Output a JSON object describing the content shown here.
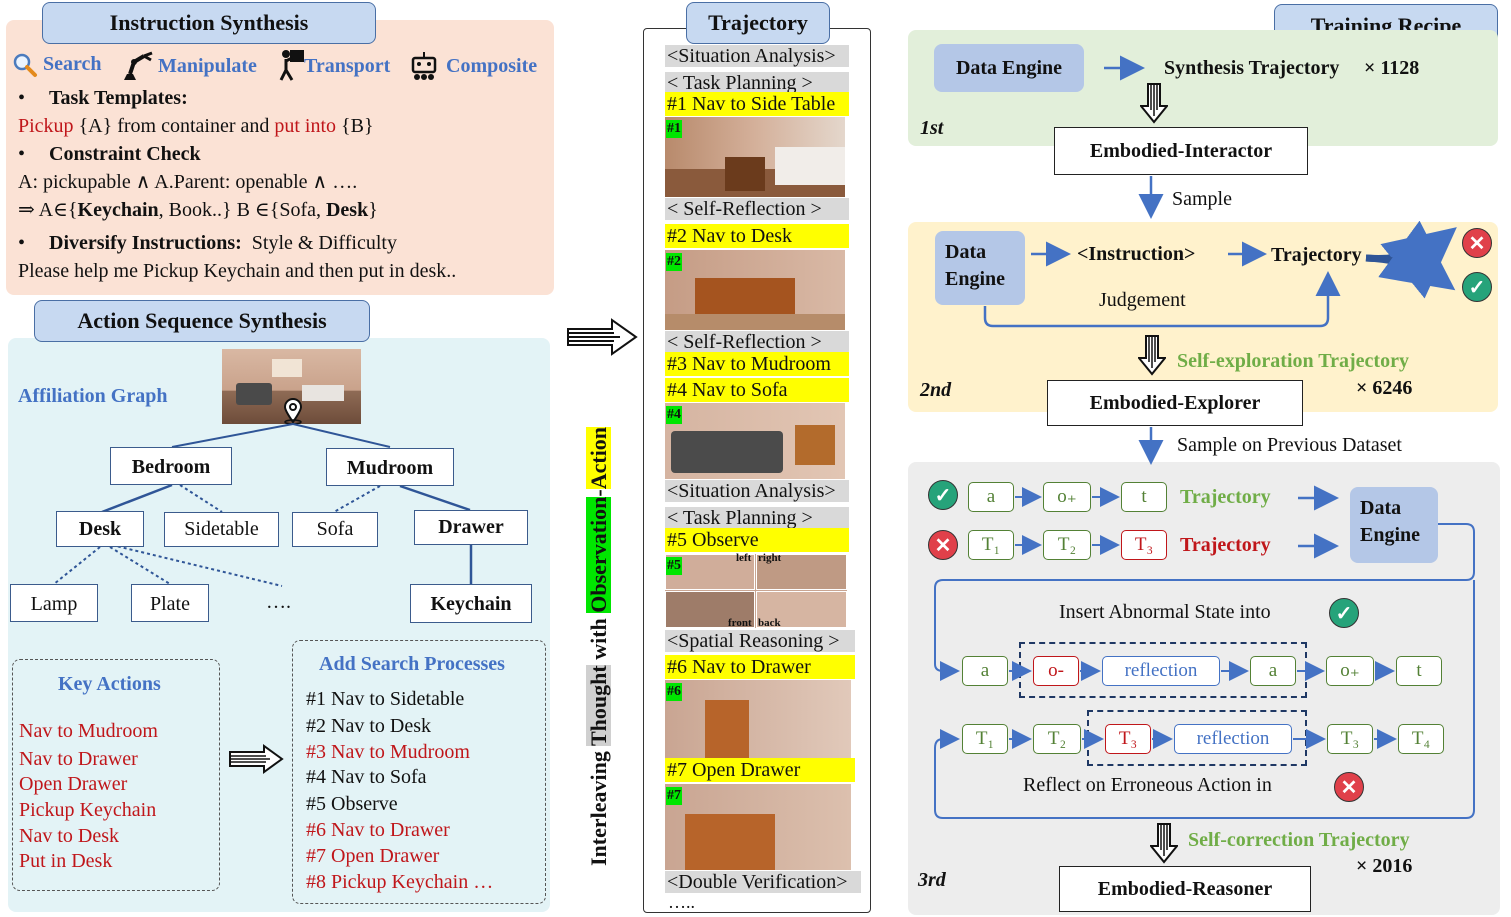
{
  "instruction_synthesis": {
    "header": "Instruction Synthesis",
    "task_types": [
      "Search",
      "Manipulate",
      "Transport",
      "Composite"
    ],
    "task_templates_label": "Task Templates:",
    "template": {
      "pickup": "Pickup",
      "a_part": " {A} from container and ",
      "put_into": "put into",
      "b_part": " {B}"
    },
    "constraint_label": "Constraint Check",
    "constraint_line1": "A: pickupable ∧ A.Parent: openable ∧ ….",
    "constraint_line2": {
      "prefix": "⇒ A∈{",
      "k1": "Keychain",
      "mid": ", Book..} B ∈{Sofa, ",
      "k2": "Desk",
      "suffix": "}"
    },
    "diversify_label": "Diversify Instructions:",
    "diversify_value": "Style & Difficulty",
    "example": "Please help me Pickup Keychain and then put in desk.."
  },
  "action_sequence": {
    "header": "Action Sequence Synthesis",
    "graph_label": "Affiliation Graph",
    "nodes": {
      "bedroom": "Bedroom",
      "mudroom": "Mudroom",
      "desk": "Desk",
      "sidetable": "Sidetable",
      "sofa": "Sofa",
      "drawer": "Drawer",
      "lamp": "Lamp",
      "plate": "Plate",
      "ellipsis": "….",
      "keychain": "Keychain"
    },
    "key_actions_title": "Key Actions",
    "key_actions": [
      "Nav to Mudroom",
      "Nav to Drawer",
      "Open Drawer",
      "Pickup Keychain",
      "Nav to Desk",
      "Put in Desk"
    ],
    "search_title": "Add Search Processes",
    "search_steps": [
      {
        "text": "#1 Nav to Sidetable",
        "color": "#111111"
      },
      {
        "text": "#2 Nav to Desk",
        "color": "#111111"
      },
      {
        "text": "#3 Nav to Mudroom",
        "color": "#c0161a"
      },
      {
        "text": "#4 Nav to Sofa",
        "color": "#111111"
      },
      {
        "text": "#5 Observe",
        "color": "#111111"
      },
      {
        "text": "#6 Nav to Drawer",
        "color": "#c0161a"
      },
      {
        "text": "#7 Open Drawer",
        "color": "#c0161a"
      },
      {
        "text": "#8 Pickup Keychain …",
        "color": "#c0161a"
      }
    ]
  },
  "vertical_label": {
    "p1": "Interleaving ",
    "p2": "Thought",
    "p3": " with ",
    "p4": "Observation",
    "p5": "-",
    "p6": "Action"
  },
  "trajectory": {
    "header": "Trajectory",
    "situation1": "<Situation Analysis>",
    "task_planning1": "<  Task Planning  >",
    "step1": "#1 Nav to Side Table",
    "tag1": "#1",
    "reflection1": "<  Self-Reflection  >",
    "step2": "#2 Nav to Desk",
    "tag2": "#2",
    "reflection2": "<  Self-Reflection  >",
    "step3": "#3 Nav to Mudroom",
    "step4": "#4 Nav to Sofa",
    "tag4": "#4",
    "situation2": "<Situation Analysis>",
    "task_planning2": "<  Task  Planning  >",
    "step5": "#5     Observe",
    "tag5": "#5",
    "view_left": "left",
    "view_right": "right",
    "view_front": "front",
    "view_back": "back",
    "spatial": "<Spatial Reasoning >",
    "step6": "#6   Nav to Drawer",
    "tag6": "#6",
    "step7": "#7     Open Drawer",
    "tag7": "#7",
    "verification": "<Double Verification>",
    "dots": "….."
  },
  "training": {
    "header": "Training Recipe",
    "stage1": {
      "data_engine": "Data Engine",
      "synth": "Synthesis Trajectory",
      "count": "× 1128",
      "label": "1st",
      "model": "Embodied-Interactor"
    },
    "sample1": "Sample",
    "stage2": {
      "data_engine_l1": "Data",
      "data_engine_l2": "Engine",
      "instruction": "<Instruction>",
      "trajectory": "Trajectory",
      "judgement": "Judgement",
      "explore": "Self-exploration Trajectory",
      "count": "× 6246",
      "label": "2nd",
      "model": "Embodied-Explorer"
    },
    "sample2": "Sample on Previous Dataset",
    "stage3": {
      "good_tokens": [
        "a",
        "o₊",
        "t"
      ],
      "good_label": "Trajectory",
      "bad_tokens": [
        "T₁",
        "T₂",
        "T₃"
      ],
      "bad_label": "Trajectory",
      "data_engine_l1": "Data",
      "data_engine_l2": "Engine",
      "insert_label": "Insert Abnormal State into",
      "insert_tokens": [
        "a",
        "o-",
        "reflection",
        "a",
        "o₊",
        "t"
      ],
      "reflect_tokens": [
        "T₁",
        "T₂",
        "T₃",
        "reflection",
        "T₃",
        "T₄"
      ],
      "reflect_label": "Reflect on Erroneous Action in",
      "correction": "Self-correction Trajectory",
      "count": "× 2016",
      "label": "3rd",
      "model": "Embodied-Reasoner"
    },
    "colors": {
      "green": "#70ad47",
      "red": "#c0161a",
      "blue": "#4472c4",
      "engine": "#b4c7e7",
      "check": "#26a37a",
      "cross": "#e0404a"
    },
    "icons": [
      "check-icon",
      "cross-icon"
    ]
  }
}
